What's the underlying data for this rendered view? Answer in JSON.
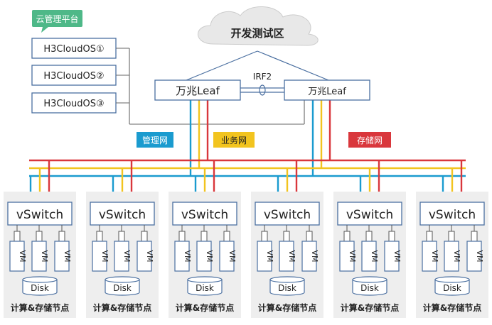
{
  "cloud_label": "开发测试区",
  "mgmt_platform": {
    "tag": "云管理平台",
    "servers": [
      "H3CloudOS①",
      "H3CloudOS②",
      "H3CloudOS③"
    ]
  },
  "leaf_switches": [
    "万兆Leaf",
    "万兆Leaf"
  ],
  "irf_label": "IRF2",
  "networks": {
    "management": {
      "label": "管理网",
      "color": "#1a9bcf"
    },
    "business": {
      "label": "业务网",
      "color": "#f2c41f"
    },
    "storage": {
      "label": "存储网",
      "color": "#d9373c"
    }
  },
  "node": {
    "vswitch_label": "vSwitch",
    "vm_label": "VM",
    "disk_label": "Disk",
    "node_label": "计算&存储节点"
  },
  "node_count": 6,
  "colors": {
    "box_border": "#4a6fa0",
    "node_bg": "#eeeeee",
    "tag_bg": "#4eb888",
    "cloud_fill": "#e8e8e8"
  }
}
